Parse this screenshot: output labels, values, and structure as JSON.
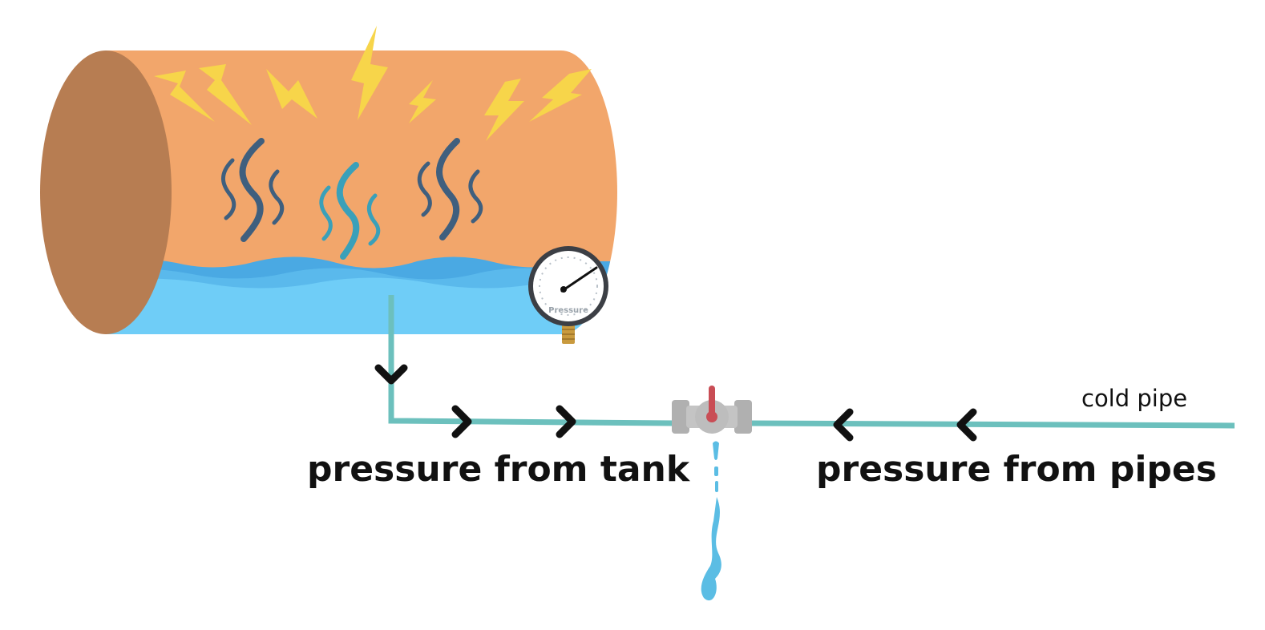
{
  "labels": {
    "tank_pressure": "pressure from tank",
    "pipe_pressure": "pressure from pipes",
    "cold_pipe": "cold pipe",
    "gauge": "Pressure"
  },
  "icons": {
    "lightning": "lightning-bolt-icon",
    "steam": "steam-icon",
    "gauge": "pressure-gauge-icon",
    "valve": "valve-icon",
    "arrow": "chevron-arrow-icon",
    "drip": "water-drip-icon"
  },
  "colors": {
    "tank_body": "#f2a66b",
    "tank_end": "#b77d52",
    "water": "#6fcdf7",
    "water_wave": "#4aa9e3",
    "pipe": "#6cc0bd",
    "lightning": "#f7d54a",
    "steam_dark": "#3f5f7e",
    "steam_teal": "#3aa0b9",
    "valve_body": "#bdbdbd",
    "valve_handle": "#c94d55",
    "drip": "#5bbde4"
  }
}
